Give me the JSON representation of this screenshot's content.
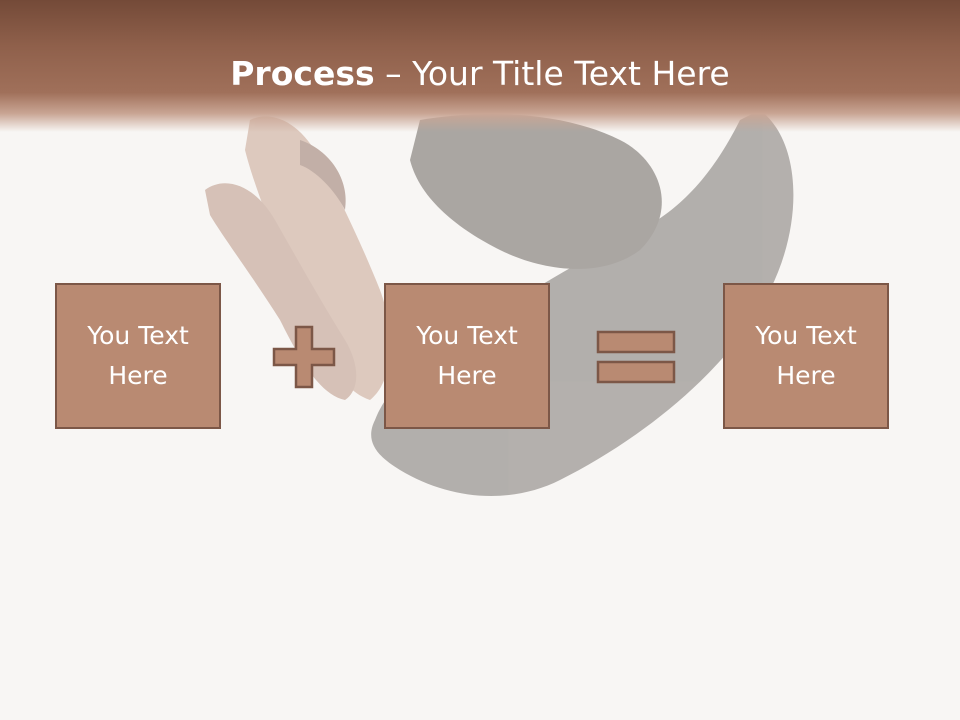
{
  "slide": {
    "title_bold": "Process",
    "title_rest": " – Your Title Text Here",
    "boxes": [
      {
        "text": "You Text Here"
      },
      {
        "text": "You Text Here"
      },
      {
        "text": "You Text Here"
      }
    ],
    "operators": [
      "plus-icon",
      "equals-icon"
    ]
  },
  "colors": {
    "header": "#8f604b",
    "box_fill": "#b98a72",
    "box_border": "#7c5747",
    "background": "#f8f6f4"
  }
}
